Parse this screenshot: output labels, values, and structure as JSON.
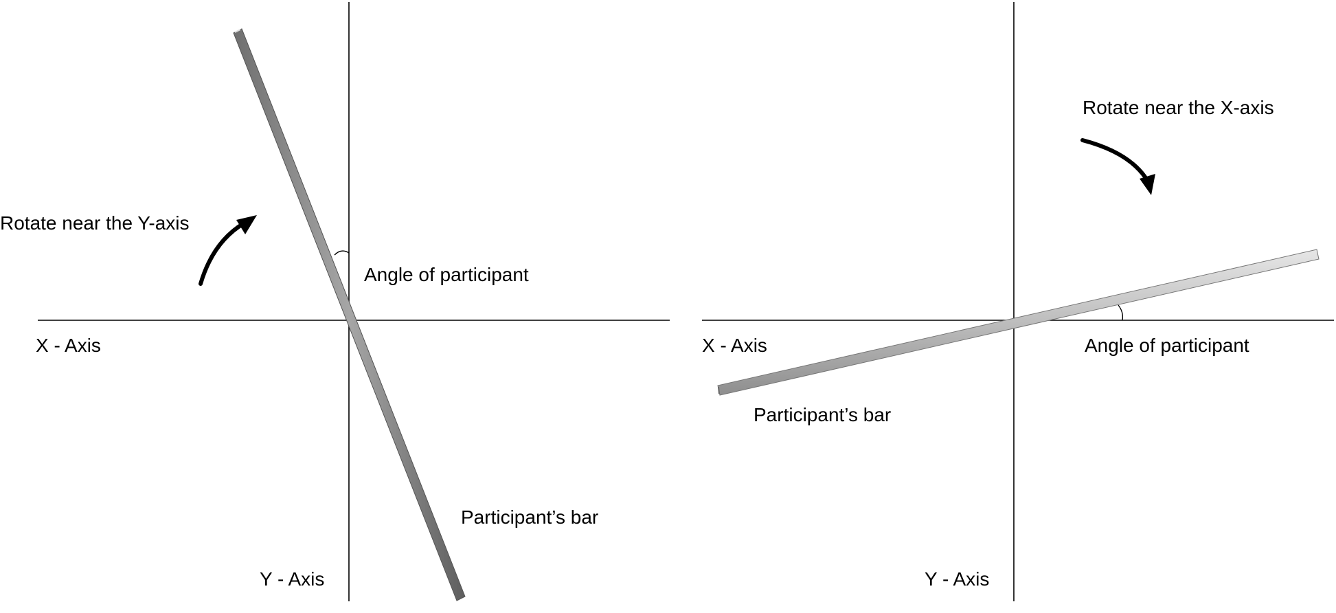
{
  "left_panel": {
    "x_axis_label": "X - Axis",
    "y_axis_label": "Y - Axis",
    "rotate_label": "Rotate near the Y-axis",
    "angle_label": "Angle  of participant",
    "bar_label": "Participant’s bar"
  },
  "right_panel": {
    "x_axis_label": "X - Axis",
    "y_axis_label": "Y - Axis",
    "rotate_label": "Rotate near the X-axis",
    "angle_label": "Angle  of participant",
    "bar_label": "Participant’s bar"
  },
  "colors": {
    "bar_left": "#8c8c8c",
    "bar_right": "#c4c4c4",
    "axis": "#000000",
    "text": "#000000"
  }
}
